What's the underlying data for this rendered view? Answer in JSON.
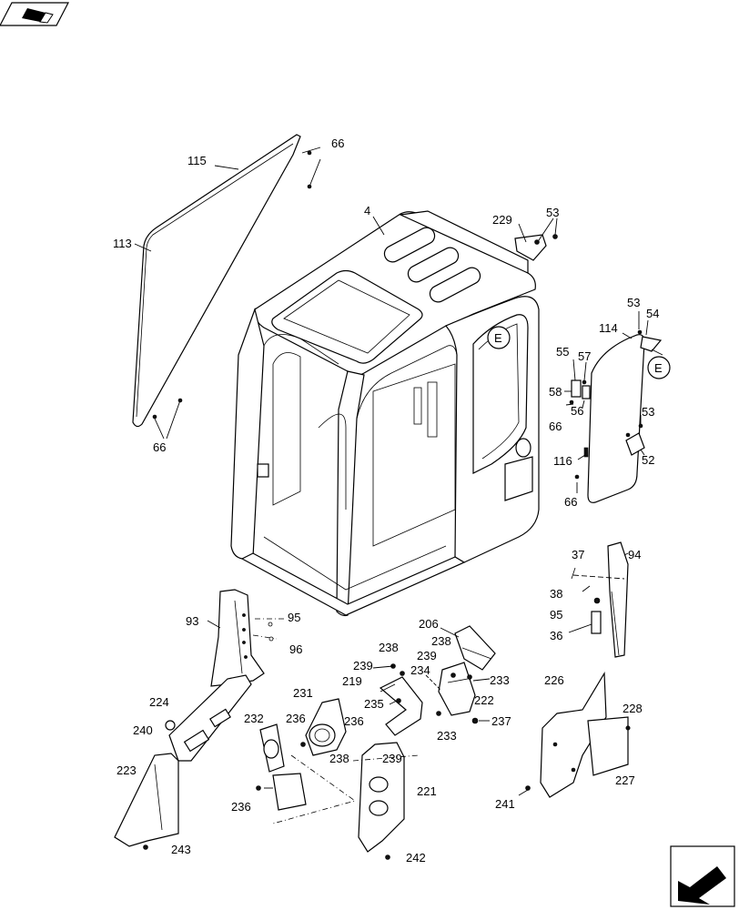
{
  "callouts": {
    "c115": "115",
    "c66a": "66",
    "c113": "113",
    "c66b": "66",
    "c4": "4",
    "c229": "229",
    "c53a": "53",
    "c53b": "53",
    "c54": "54",
    "c114": "114",
    "cE1": "E",
    "cE2": "E",
    "c55": "55",
    "c57": "57",
    "c58": "58",
    "c56": "56",
    "c66c": "66",
    "c53c": "53",
    "c116": "116",
    "c52": "52",
    "c66d": "66",
    "c37": "37",
    "c94": "94",
    "c38": "38",
    "c95a": "95",
    "c36": "36",
    "c93": "93",
    "c95b": "95",
    "c96": "96",
    "c206": "206",
    "c238a": "238",
    "c239a": "239",
    "c234": "234",
    "c238b": "238",
    "c239b": "239",
    "c219": "219",
    "c233a": "233",
    "c226": "226",
    "c228": "228",
    "c224": "224",
    "c222": "222",
    "c235": "235",
    "c231": "231",
    "c236a": "236",
    "c236b": "236",
    "c237": "237",
    "c233b": "233",
    "c240": "240",
    "c232": "232",
    "c238c": "238",
    "c239c": "239",
    "c221": "221",
    "c223": "223",
    "c227": "227",
    "c236c": "236",
    "c241": "241",
    "c243": "243",
    "c242": "242"
  },
  "nav": {
    "top_left_icon": "book-icon",
    "bottom_right_icon": "arrow-icon"
  }
}
